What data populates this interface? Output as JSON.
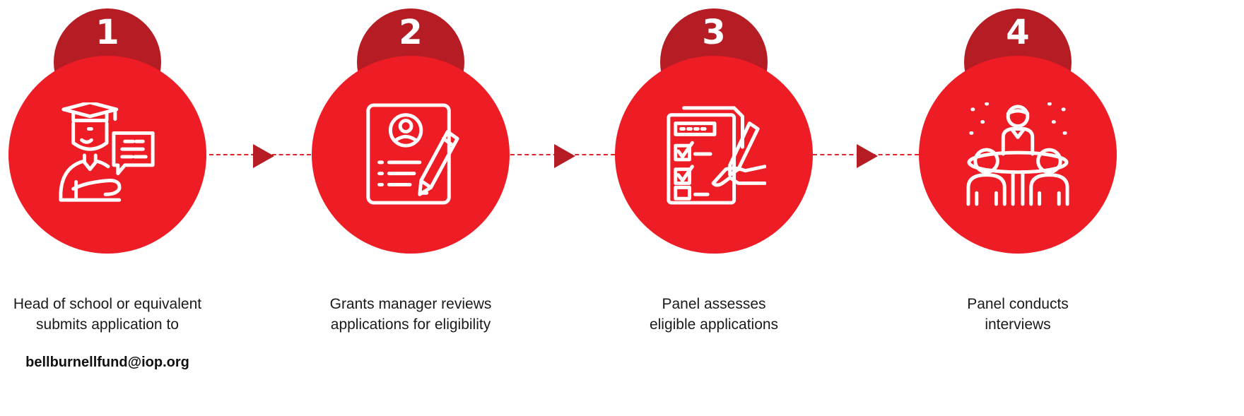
{
  "steps": [
    {
      "number": "1",
      "icon": "graduate-with-speech-bubble-icon",
      "caption_line1": "Head of school or equivalent",
      "caption_line2": "submits application to",
      "email": "bellburnellfund@iop.org"
    },
    {
      "number": "2",
      "icon": "document-profile-pencil-icon",
      "caption_line1": "Grants manager reviews",
      "caption_line2": "applications for eligibility"
    },
    {
      "number": "3",
      "icon": "checklist-hand-pen-icon",
      "caption_line1": "Panel assesses",
      "caption_line2": "eligible applications"
    },
    {
      "number": "4",
      "icon": "round-table-interview-icon",
      "caption_line1": "Panel conducts",
      "caption_line2": "interviews"
    }
  ],
  "colors": {
    "circle": "#ee1d25",
    "tab": "#b51c24",
    "connector": "#e0262d",
    "arrow": "#b51c24",
    "text": "#1a1a1a"
  }
}
